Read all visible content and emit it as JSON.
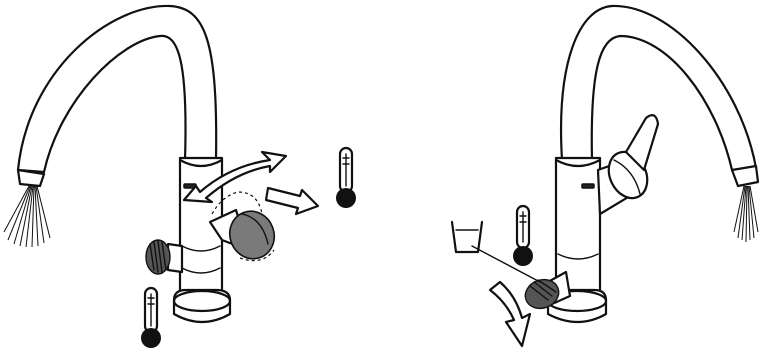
{
  "figures": [
    {
      "id": "left",
      "spout_side": "left",
      "handle_position": "front",
      "knurled_knob": "left",
      "indicators": [
        "thermometer-icon",
        "arrow-right-icon",
        "curved-rotation-arrow-icon",
        "thermometer-icon"
      ]
    },
    {
      "id": "right",
      "spout_side": "right",
      "handle_position": "side-raised",
      "knurled_knob": "front",
      "indicators": [
        "drinking-glass-icon",
        "thermometer-icon",
        "curved-down-arrow-icon"
      ]
    }
  ],
  "colors": {
    "line": "#111111",
    "knob_grey": "#7a7a7a",
    "thermometer_bulb": "#111111",
    "background": "#ffffff"
  }
}
